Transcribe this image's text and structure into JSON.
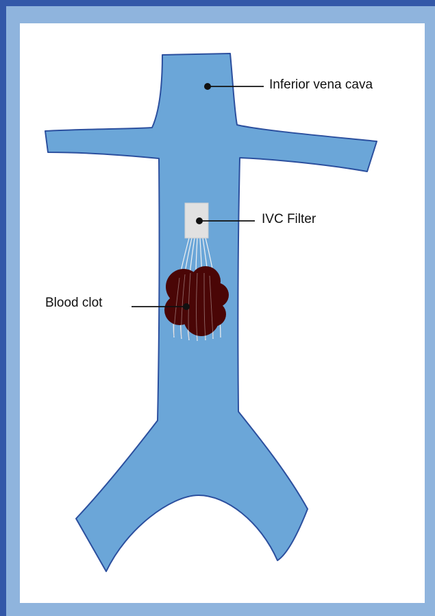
{
  "labels": {
    "ivc": "Inferior vena cava",
    "filter": "IVC Filter",
    "clot": "Blood clot"
  },
  "colors": {
    "outer_border": "#3358a8",
    "frame": "#8fb4dd",
    "background": "#ffffff",
    "vessel_fill": "#6ba6d8",
    "vessel_outline": "#2b4f9e",
    "filter_fill": "#e1e1e1",
    "clot_fill": "#4a0606",
    "leader_line": "#111111"
  }
}
